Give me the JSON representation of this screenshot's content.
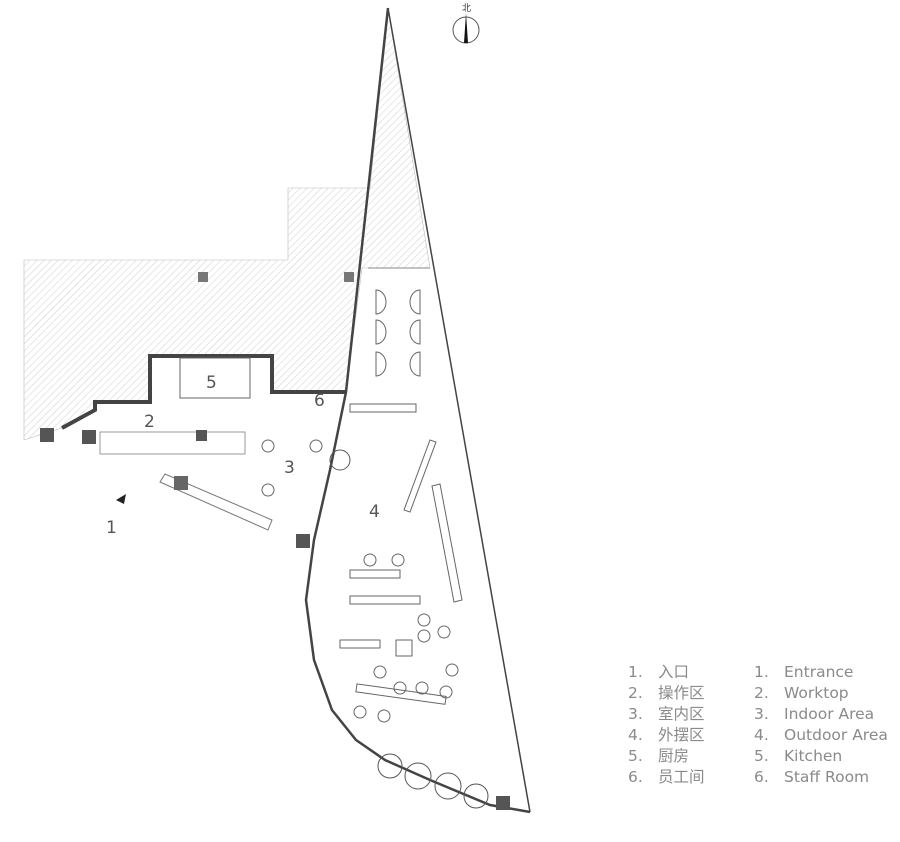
{
  "plan": {
    "north_label": "北",
    "area_numbers": [
      "1",
      "2",
      "3",
      "4",
      "5",
      "6"
    ]
  },
  "legend": {
    "items": [
      {
        "num": "1.",
        "zh": "入口",
        "num_en": "1.",
        "en": "Entrance"
      },
      {
        "num": "2.",
        "zh": "操作区",
        "num_en": "2.",
        "en": "Worktop"
      },
      {
        "num": "3.",
        "zh": "室内区",
        "num_en": "3.",
        "en": "Indoor Area"
      },
      {
        "num": "4.",
        "zh": "外摆区",
        "num_en": "4.",
        "en": "Outdoor Area"
      },
      {
        "num": "5.",
        "zh": "厨房",
        "num_en": "5.",
        "en": "Kitchen"
      },
      {
        "num": "6.",
        "zh": "员工间",
        "num_en": "6.",
        "en": "Staff Room"
      }
    ]
  },
  "colors": {
    "hatch": "#c8c8c8",
    "wall": "#444444",
    "text": "#8a8a8a"
  }
}
